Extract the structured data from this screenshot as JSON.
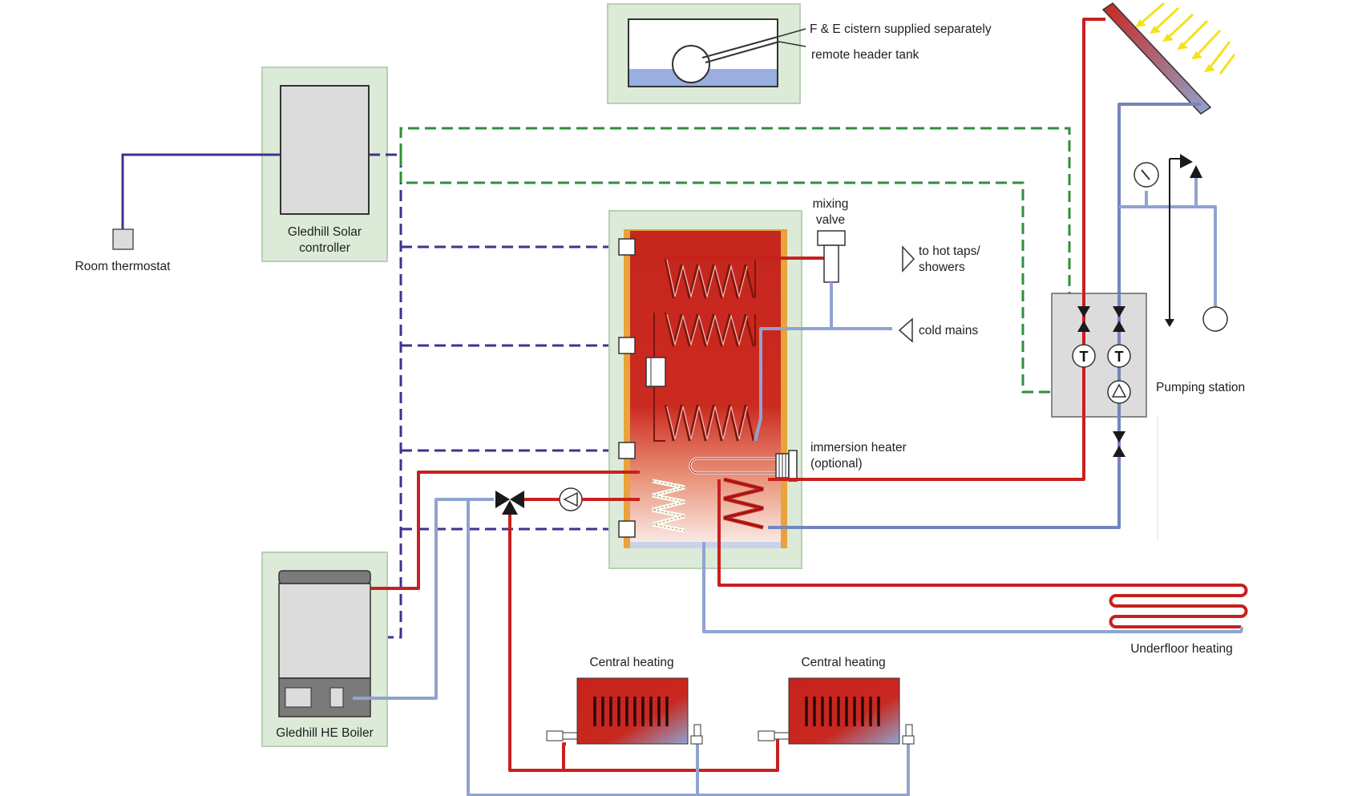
{
  "labels": {
    "fe_cistern_line1": "F & E cistern supplied separately",
    "fe_cistern_line2": "remote header tank",
    "solar_controller_line1": "Gledhill Solar",
    "solar_controller_line2": "controller",
    "room_thermostat": "Room thermostat",
    "mixing_valve_line1": "mixing",
    "mixing_valve_line2": "valve",
    "hot_taps_line1": "to hot taps/",
    "hot_taps_line2": "showers",
    "cold_mains": "cold mains",
    "pumping_station": "Pumping station",
    "immersion_line1": "immersion heater",
    "immersion_line2": "(optional)",
    "underfloor_heating": "Underfloor heating",
    "central_heating_1": "Central heating",
    "central_heating_2": "Central heating",
    "boiler": "Gledhill HE Boiler"
  },
  "colors": {
    "hot_pipe": "#c8201f",
    "cold_pipe": "#8fa4cf",
    "control_wire": "#3d3390",
    "signal_wire": "#2f8f3a",
    "panel_background": "#dcebd8",
    "tank_jacket": "#e8a33a",
    "solar_rays": "#f2e21c"
  },
  "icons": {
    "cistern": "float-valve-icon",
    "solar_panel": "solar-collector-icon",
    "pump": "pump-icon",
    "thermometer": "thermometer-icon",
    "pressure_gauge": "pressure-gauge-icon",
    "expansion_vessel": "expansion-vessel-icon",
    "three_way_valve": "three-way-valve-icon",
    "radiator_valve": "radiator-valve-icon"
  }
}
